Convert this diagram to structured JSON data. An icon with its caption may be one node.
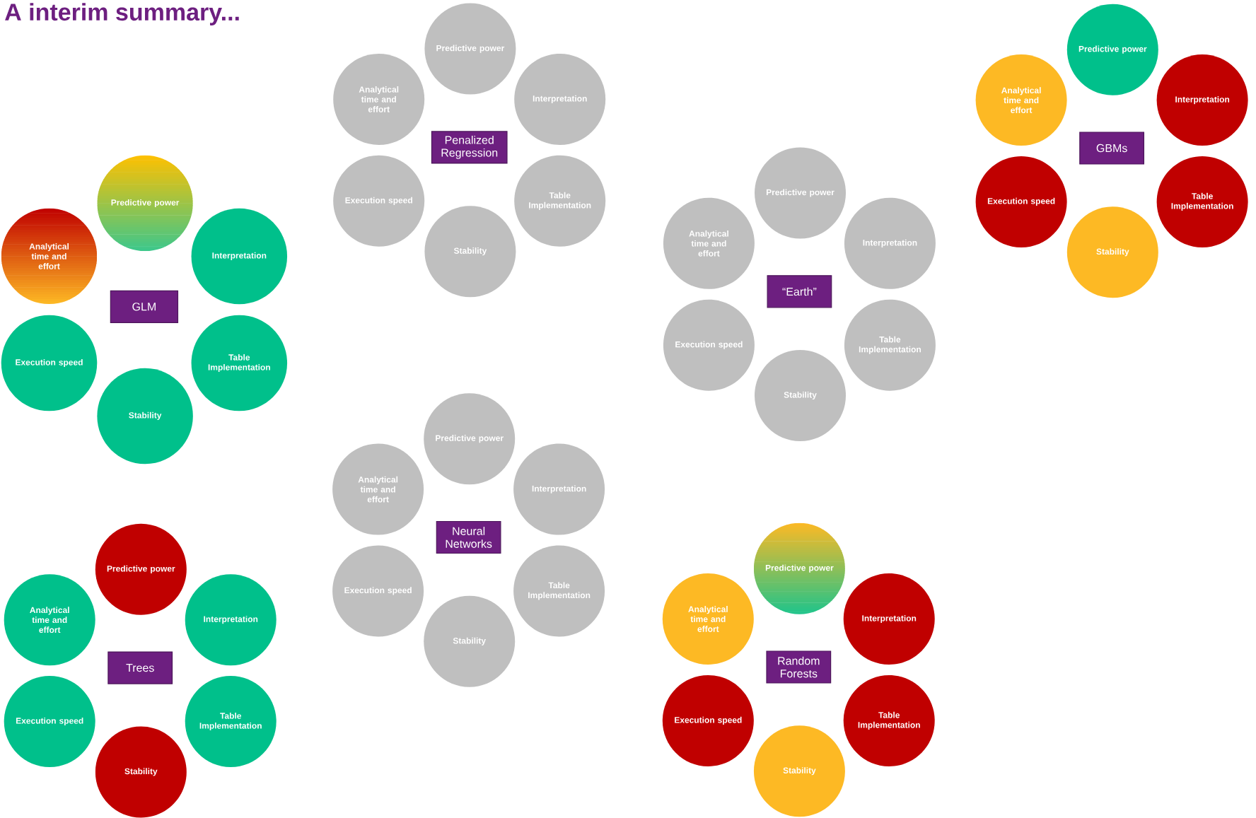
{
  "diagram": {
    "title": "A interim summary...",
    "nodes": [
      {
        "text": [
          "Penalized Regression"
        ]
      },
      {
        "text": [
          "Predictive power"
        ]
      },
      {
        "text": [
          "Analytical time and effort"
        ]
      },
      {
        "text": [
          "Interpretation"
        ]
      },
      {
        "text": [
          "Execution speed"
        ]
      },
      {
        "text": [
          "Table Implementation"
        ]
      },
      {
        "text": [
          "Stability"
        ]
      },
      {
        "text": [
          "GBMs"
        ]
      },
      {
        "text": [
          "Predictive power"
        ]
      },
      {
        "text": [
          "Analytical time and effort"
        ]
      },
      {
        "text": [
          "Interpretation"
        ]
      },
      {
        "text": [
          "Execution speed"
        ]
      },
      {
        "text": [
          "Table Implementation"
        ]
      },
      {
        "text": [
          "Stability"
        ]
      },
      {
        "text": [
          "GLM"
        ]
      },
      {
        "text": [
          "Predictive power"
        ]
      },
      {
        "text": [
          "Analytical time and effort"
        ]
      },
      {
        "text": [
          "Interpretation"
        ]
      },
      {
        "text": [
          "Execution speed"
        ]
      },
      {
        "text": [
          "Table Implementation"
        ]
      },
      {
        "text": [
          "Stability"
        ]
      },
      {
        "text": [
          "“Earth”"
        ]
      },
      {
        "text": [
          "Predictive power"
        ]
      },
      {
        "text": [
          "Analytical time and effort"
        ]
      },
      {
        "text": [
          "Interpretation"
        ]
      },
      {
        "text": [
          "Execution speed"
        ]
      },
      {
        "text": [
          "Table Implementation"
        ]
      },
      {
        "text": [
          "Stability"
        ]
      },
      {
        "text": [
          "Neural Networks"
        ]
      },
      {
        "text": [
          "Predictive power"
        ]
      },
      {
        "text": [
          "Analytical time and effort"
        ]
      },
      {
        "text": [
          "Interpretation"
        ]
      },
      {
        "text": [
          "Execution speed"
        ]
      },
      {
        "text": [
          "Table Implementation"
        ]
      },
      {
        "text": [
          "Stability"
        ]
      },
      {
        "text": [
          "Trees"
        ]
      },
      {
        "text": [
          "Predictive power"
        ]
      },
      {
        "text": [
          "Analytical time and effort"
        ]
      },
      {
        "text": [
          "Interpretation"
        ]
      },
      {
        "text": [
          "Execution speed"
        ]
      },
      {
        "text": [
          "Table Implementation"
        ]
      },
      {
        "text": [
          "Stability"
        ]
      },
      {
        "text": [
          "Random Forests"
        ]
      },
      {
        "text": [
          "Predictive power"
        ]
      },
      {
        "text": [
          "Analytical time and effort"
        ]
      },
      {
        "text": [
          "Interpretation"
        ]
      },
      {
        "text": [
          "Execution speed"
        ]
      },
      {
        "text": [
          "Table Implementation"
        ]
      },
      {
        "text": [
          "Stability"
        ]
      }
    ]
  }
}
